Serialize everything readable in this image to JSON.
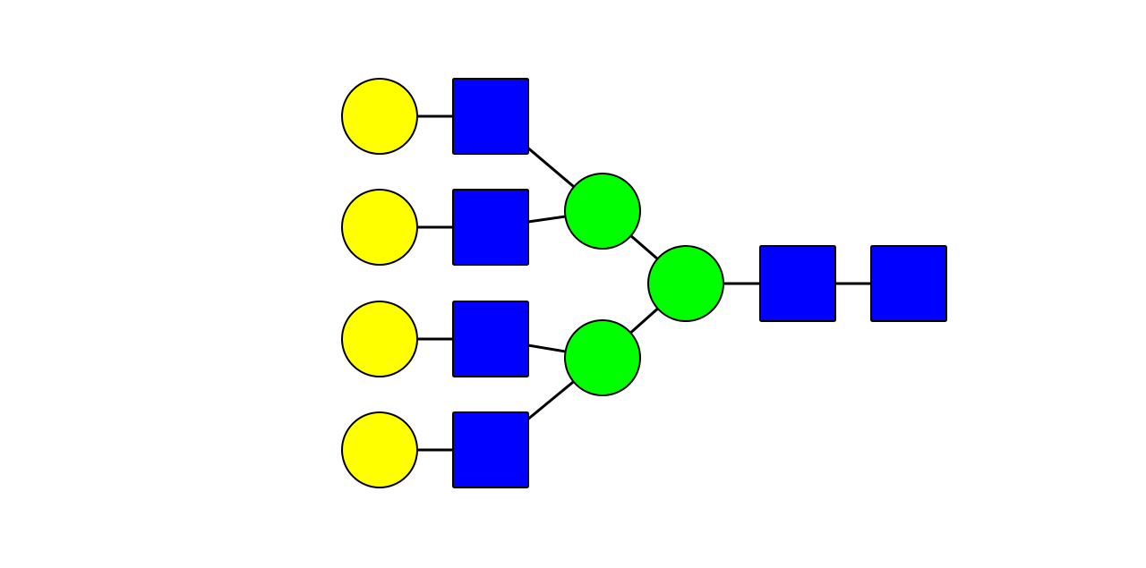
{
  "diagram": {
    "type": "glycan-structure",
    "symbol_colors": {
      "yellow": "#ffff00",
      "blue": "#0000ff",
      "green": "#00ff00"
    },
    "nodes": [
      {
        "id": "reducing-square",
        "shape": "square",
        "color": "blue"
      },
      {
        "id": "core-square",
        "shape": "square",
        "color": "blue"
      },
      {
        "id": "core-circle",
        "shape": "circle",
        "color": "green"
      },
      {
        "id": "upper-branch-circle",
        "shape": "circle",
        "color": "green"
      },
      {
        "id": "lower-branch-circle",
        "shape": "circle",
        "color": "green"
      },
      {
        "id": "antenna-1-square",
        "shape": "square",
        "color": "blue"
      },
      {
        "id": "antenna-2-square",
        "shape": "square",
        "color": "blue"
      },
      {
        "id": "antenna-3-square",
        "shape": "square",
        "color": "blue"
      },
      {
        "id": "antenna-4-square",
        "shape": "square",
        "color": "blue"
      },
      {
        "id": "antenna-1-circle",
        "shape": "circle",
        "color": "yellow"
      },
      {
        "id": "antenna-2-circle",
        "shape": "circle",
        "color": "yellow"
      },
      {
        "id": "antenna-3-circle",
        "shape": "circle",
        "color": "yellow"
      },
      {
        "id": "antenna-4-circle",
        "shape": "circle",
        "color": "yellow"
      }
    ],
    "edges": [
      [
        "reducing-square",
        "core-square"
      ],
      [
        "core-square",
        "core-circle"
      ],
      [
        "core-circle",
        "upper-branch-circle"
      ],
      [
        "core-circle",
        "lower-branch-circle"
      ],
      [
        "upper-branch-circle",
        "antenna-1-square"
      ],
      [
        "upper-branch-circle",
        "antenna-2-square"
      ],
      [
        "lower-branch-circle",
        "antenna-3-square"
      ],
      [
        "lower-branch-circle",
        "antenna-4-square"
      ],
      [
        "antenna-1-square",
        "antenna-1-circle"
      ],
      [
        "antenna-2-square",
        "antenna-2-circle"
      ],
      [
        "antenna-3-square",
        "antenna-3-circle"
      ],
      [
        "antenna-4-square",
        "antenna-4-circle"
      ]
    ]
  }
}
